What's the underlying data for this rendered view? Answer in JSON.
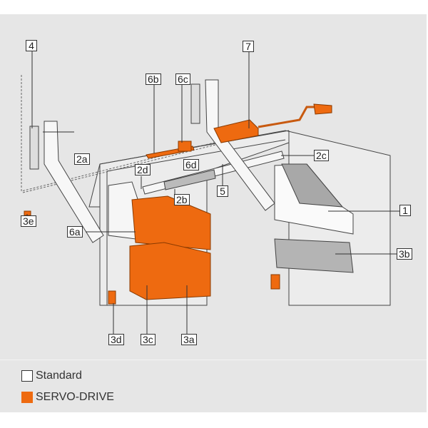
{
  "labels": {
    "l4": "4",
    "l7": "7",
    "l6b": "6b",
    "l6c": "6c",
    "l2a": "2a",
    "l2d": "2d",
    "l6d": "6d",
    "l2c": "2c",
    "l5": "5",
    "l2b": "2b",
    "l1": "1",
    "l3e": "3e",
    "l6a": "6a",
    "l3b": "3b",
    "l3d": "3d",
    "l3c": "3c",
    "l3a": "3a"
  },
  "legend": [
    {
      "label": "Standard",
      "color": "#ffffff"
    },
    {
      "label": "SERVO-DRIVE",
      "color": "#ee6a10"
    }
  ],
  "colors": {
    "accent": "#ee6a10",
    "panel": "#e6e6e6"
  }
}
